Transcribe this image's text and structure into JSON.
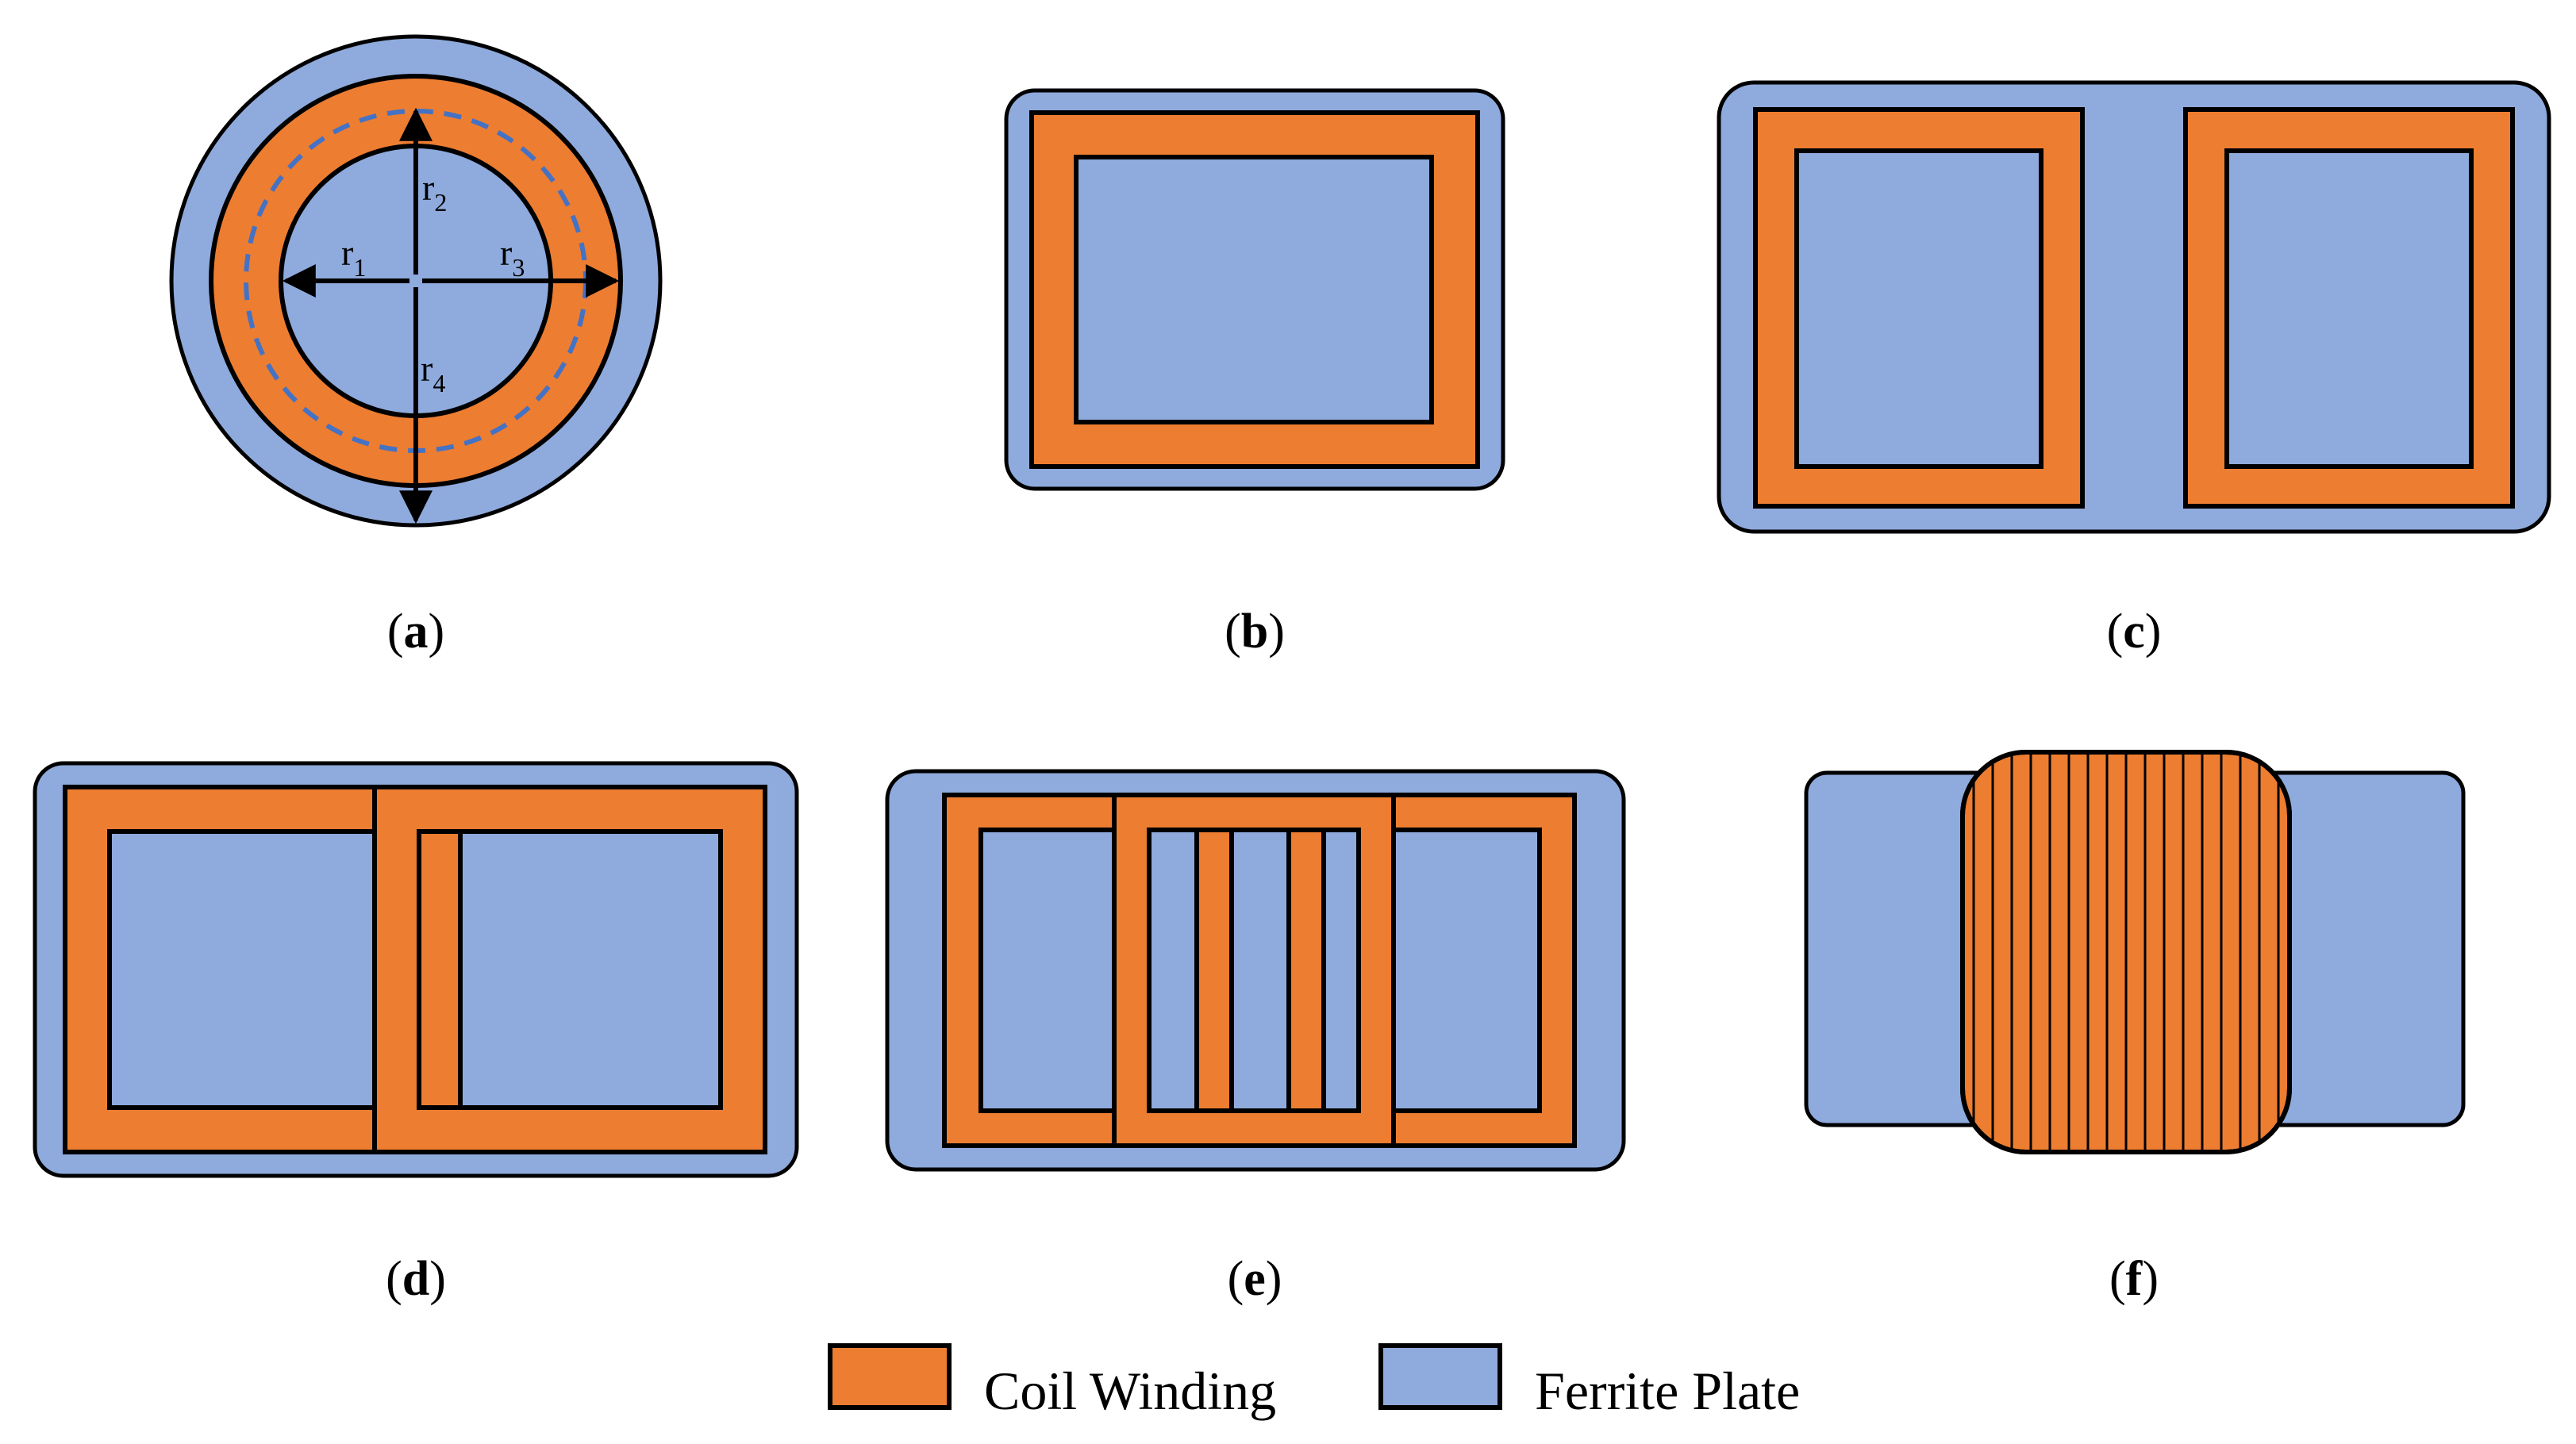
{
  "colors": {
    "coil": "#ED7D31",
    "ferrite": "#8FAADC",
    "outline": "#000000",
    "dashed": "#4472C4"
  },
  "panels": {
    "a": {
      "label": "a",
      "radii": [
        {
          "base": "r",
          "sub": "1"
        },
        {
          "base": "r",
          "sub": "2"
        },
        {
          "base": "r",
          "sub": "3"
        },
        {
          "base": "r",
          "sub": "4"
        }
      ]
    },
    "b": {
      "label": "b"
    },
    "c": {
      "label": "c"
    },
    "d": {
      "label": "d"
    },
    "e": {
      "label": "e"
    },
    "f": {
      "label": "f"
    }
  },
  "legend": {
    "coil_label": "Coil Winding",
    "ferrite_label": "Ferrite Plate"
  }
}
